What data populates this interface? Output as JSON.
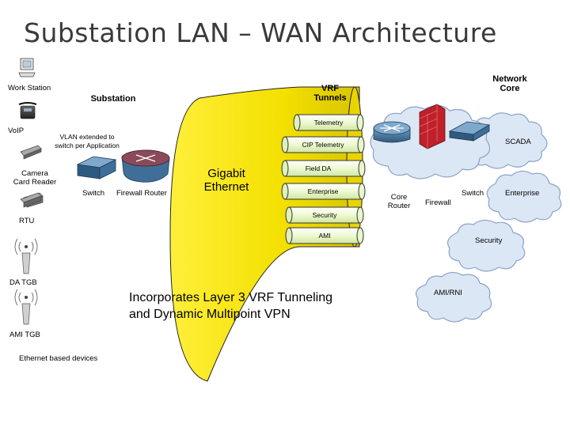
{
  "title": "Substation LAN – WAN Architecture",
  "labels": {
    "work_station": "Work Station",
    "substation": "Substation",
    "vrf_tunnels_1": "VRF",
    "vrf_tunnels_2": "Tunnels",
    "network_core_1": "Network",
    "network_core_2": "Core",
    "voip": "VoIP",
    "vlan_1": "VLAN extended to",
    "vlan_2": "switch per Application",
    "camera_1": "Camera",
    "camera_2": "Card Reader",
    "switch_left": "Switch",
    "firewall_router": "Firewall Router",
    "gigabit_1": "Gigabit",
    "gigabit_2": "Ethernet",
    "rtu": "RTU",
    "da_tgb": "DA TGB",
    "ami_tgb": "AMI TGB",
    "ethernet_devices": "Ethernet based devices",
    "core_router_1": "Core",
    "core_router_2": "Router",
    "firewall": "Firewall",
    "switch_right": "Switch",
    "scada": "SCADA",
    "enterprise": "Enterprise",
    "security": "Security",
    "ami_rni": "AMI/RNI"
  },
  "tubes": [
    "Telemetry",
    "CIP Telemetry",
    "Field DA",
    "Enterprise",
    "Security",
    "AMI"
  ],
  "note_line1": "Incorporates Layer 3 VRF Tunneling",
  "note_line2": "and Dynamic Multipoint VPN",
  "colors": {
    "gigabit_fill": "#f5e400",
    "tube_fill": "#eaf8c8",
    "cloud_fill": "#dce7f5",
    "cloud_stroke": "#8aa2c8",
    "device_fill": "#3f6f98",
    "firewall_red": "#c0202a"
  }
}
